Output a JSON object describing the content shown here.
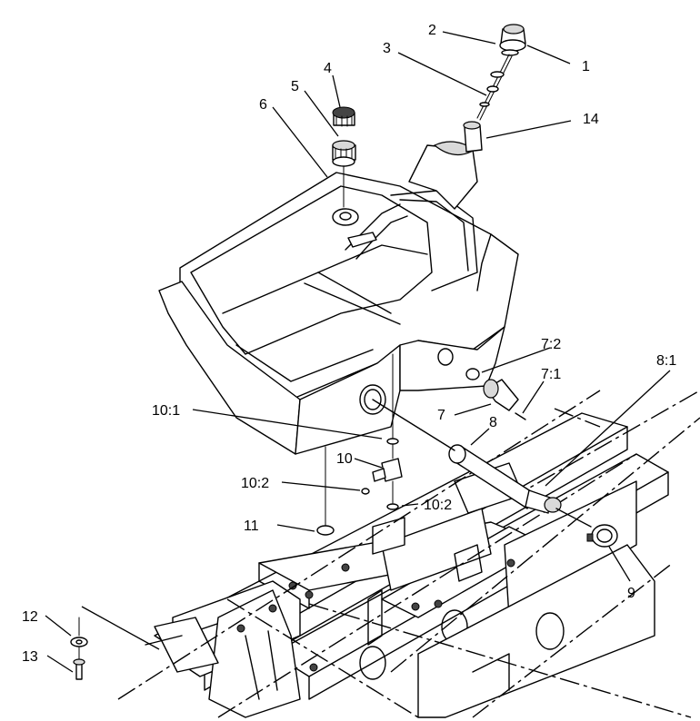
{
  "callouts": [
    {
      "id": "c1",
      "text": "1"
    },
    {
      "id": "c2",
      "text": "2"
    },
    {
      "id": "c3",
      "text": "3"
    },
    {
      "id": "c4",
      "text": "4"
    },
    {
      "id": "c5",
      "text": "5"
    },
    {
      "id": "c6",
      "text": "6"
    },
    {
      "id": "c14",
      "text": "14"
    },
    {
      "id": "c7_2",
      "text": "7:2"
    },
    {
      "id": "c7_1",
      "text": "7:1"
    },
    {
      "id": "c7",
      "text": "7"
    },
    {
      "id": "c8_1",
      "text": "8:1"
    },
    {
      "id": "c8",
      "text": "8"
    },
    {
      "id": "c10_1",
      "text": "10:1"
    },
    {
      "id": "c10",
      "text": "10"
    },
    {
      "id": "c10_2a",
      "text": "10:2"
    },
    {
      "id": "c10_2b",
      "text": "10:2"
    },
    {
      "id": "c11",
      "text": "11"
    },
    {
      "id": "c9",
      "text": "9"
    },
    {
      "id": "c12",
      "text": "12"
    },
    {
      "id": "c13",
      "text": "13"
    }
  ]
}
